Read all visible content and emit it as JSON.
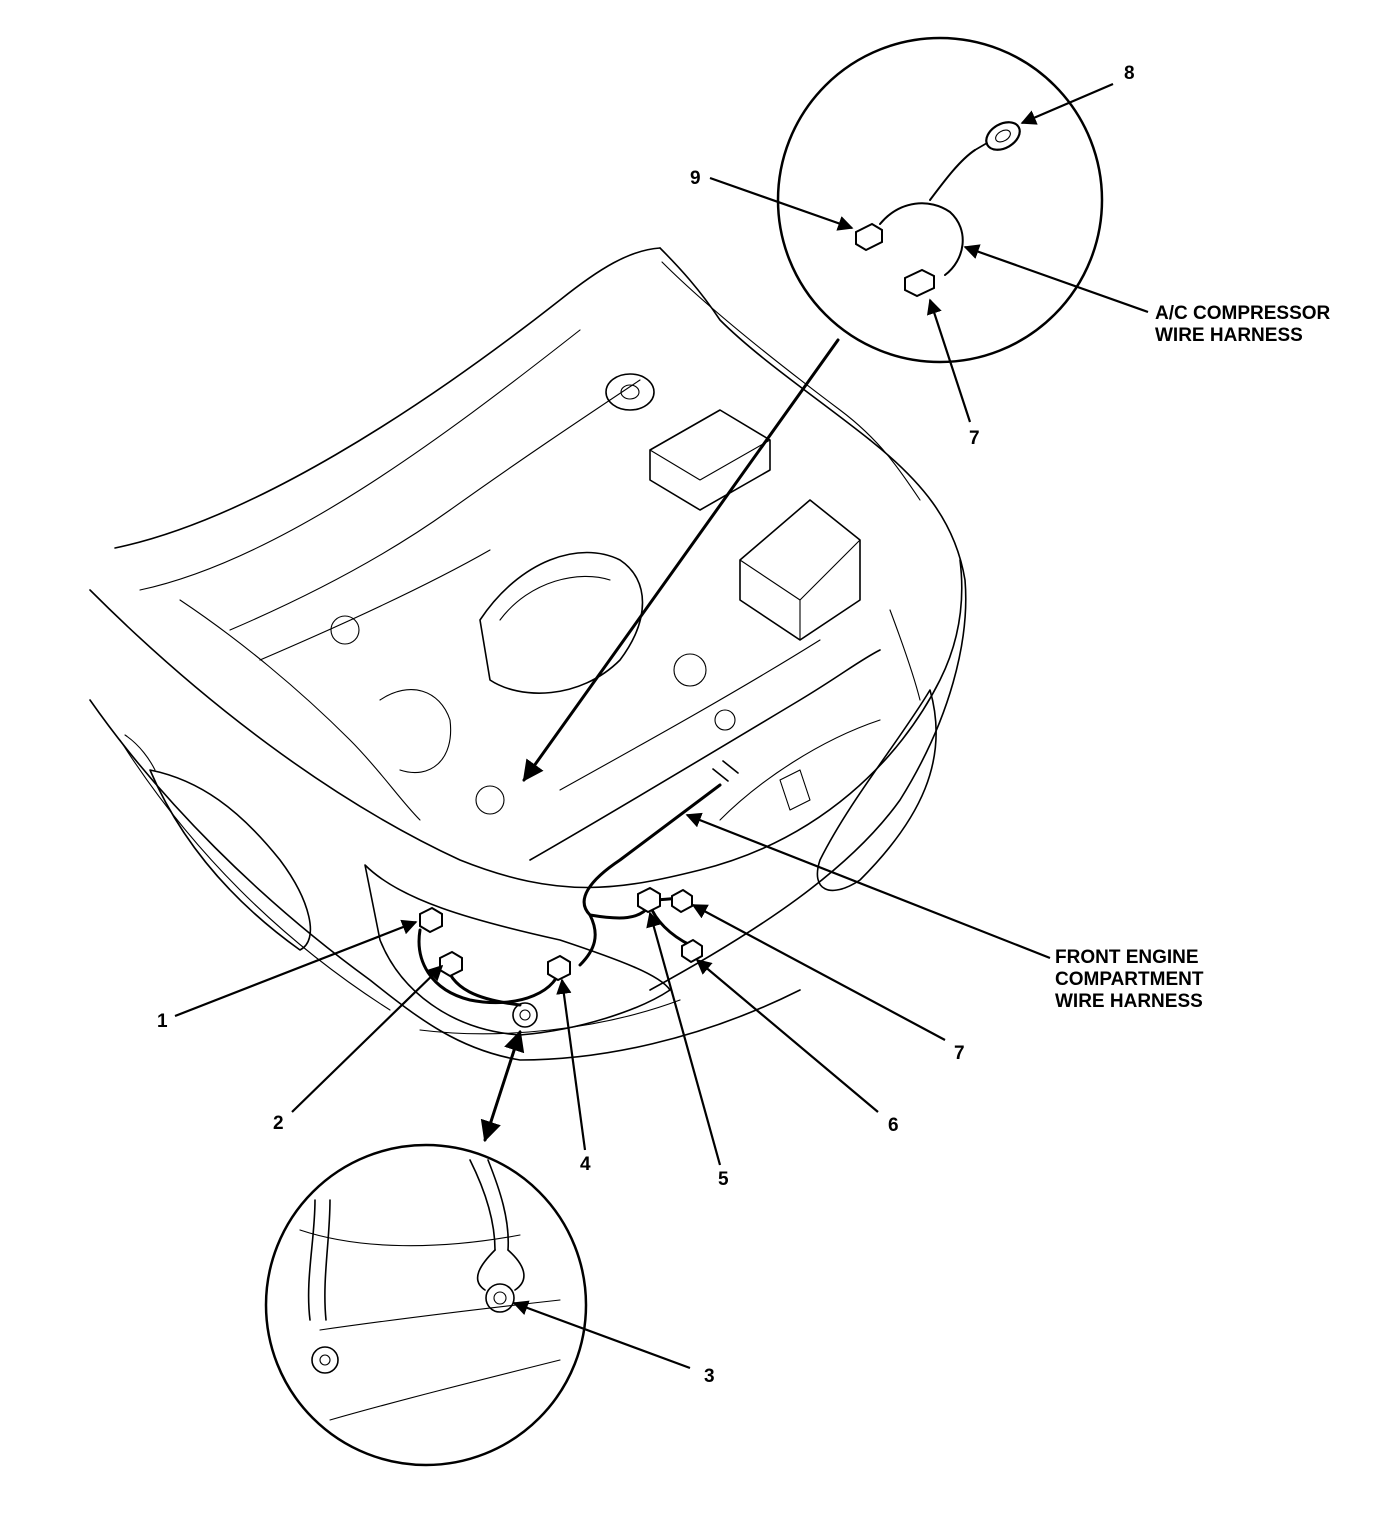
{
  "callouts": {
    "c1": "1",
    "c2": "2",
    "c3": "3",
    "c4": "4",
    "c5": "5",
    "c6": "6",
    "c7_lower": "7",
    "c7_upper": "7",
    "c8": "8",
    "c9": "9"
  },
  "labels": {
    "ac_harness_line1": "A/C COMPRESSOR",
    "ac_harness_line2": "WIRE HARNESS",
    "front_harness_line1": "FRONT ENGINE",
    "front_harness_line2": "COMPARTMENT",
    "front_harness_line3": "WIRE HARNESS"
  }
}
